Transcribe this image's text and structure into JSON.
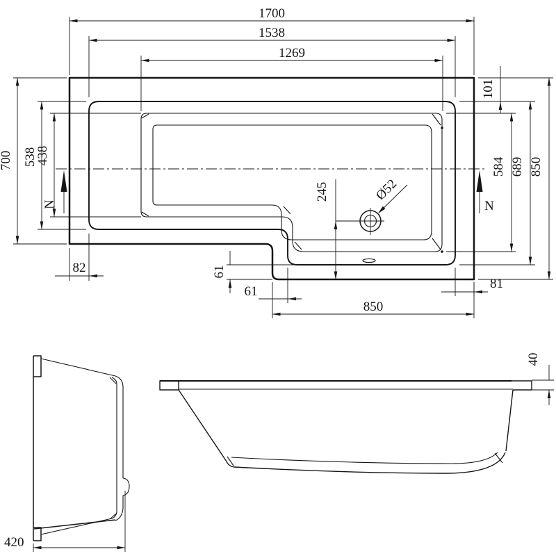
{
  "meta": {
    "type": "technical-drawing",
    "subject": "L-shaped shower bath - dimensioned plan, end and side views",
    "ink": "#161616",
    "background": "#ffffff"
  },
  "plan": {
    "dims": {
      "overall_length": "1700",
      "rim_inner_length": "1538",
      "floor_length": "1269",
      "rim_top_right": "101",
      "overall_width_left": "700",
      "rim_inner_width_left": "538",
      "floor_width_left": "438",
      "floor_width_right": "584",
      "rim_inner_width_right": "689",
      "overall_width_right": "850",
      "rim_left": "82",
      "bottom_rim_right": "61",
      "step_offset": "61",
      "bottom_length_right": "850",
      "rim_right": "81",
      "drain_offset": "245",
      "drain_diameter": "Ø52"
    },
    "labels": {
      "waste_left": "N",
      "waste_right": "N"
    }
  },
  "end_view": {
    "dims": {
      "depth": "420"
    }
  },
  "side_view": {
    "dims": {
      "rim_thickness": "40"
    }
  }
}
